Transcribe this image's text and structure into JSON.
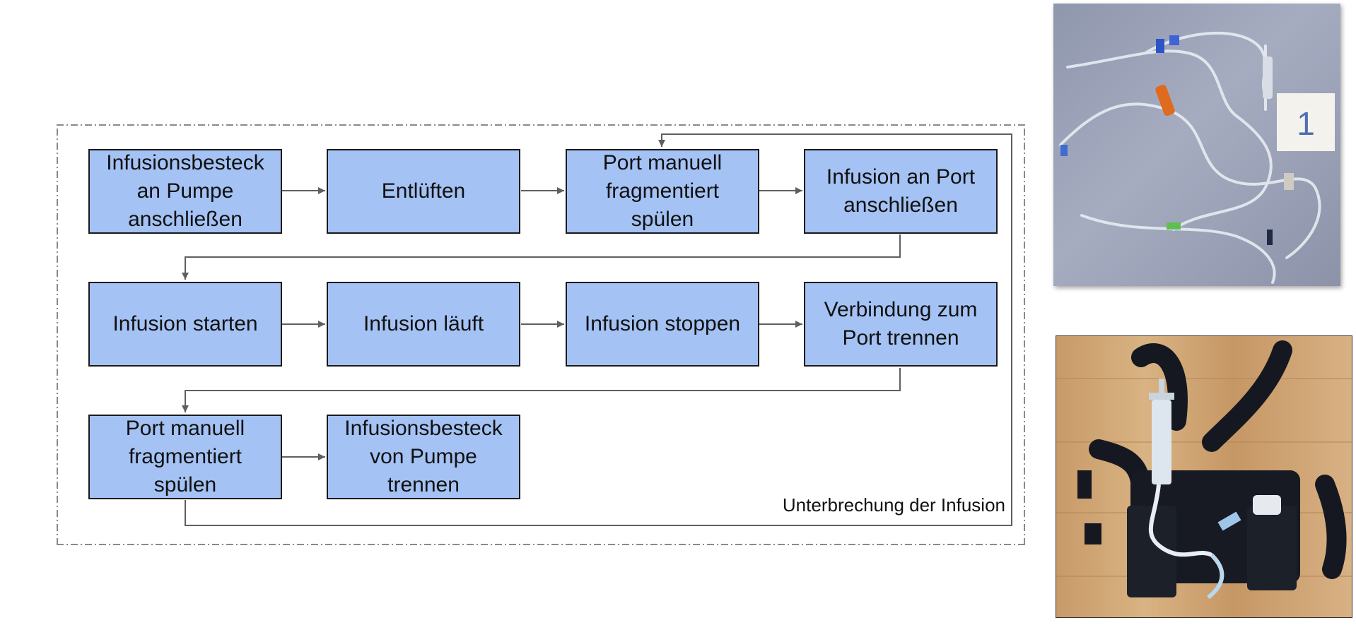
{
  "diagram": {
    "nodes": [
      {
        "id": "n1",
        "label": "Infusionsbesteck\nan Pumpe\nanschließen"
      },
      {
        "id": "n2",
        "label": "Entlüften"
      },
      {
        "id": "n3",
        "label": "Port manuell\nfragmentiert\nspülen"
      },
      {
        "id": "n4",
        "label": "Infusion an Port\nanschließen"
      },
      {
        "id": "n5",
        "label": "Infusion starten"
      },
      {
        "id": "n6",
        "label": "Infusion läuft"
      },
      {
        "id": "n7",
        "label": "Infusion stoppen"
      },
      {
        "id": "n8",
        "label": "Verbindung zum\nPort trennen"
      },
      {
        "id": "n9",
        "label": "Port manuell\nfragmentiert\nspülen"
      },
      {
        "id": "n10",
        "label": "Infusionsbesteck\nvon Pumpe\ntrennen"
      }
    ],
    "edges": [
      {
        "from": "n1",
        "to": "n2"
      },
      {
        "from": "n2",
        "to": "n3"
      },
      {
        "from": "n3",
        "to": "n4"
      },
      {
        "from": "n4",
        "to": "n5"
      },
      {
        "from": "n5",
        "to": "n6"
      },
      {
        "from": "n6",
        "to": "n7"
      },
      {
        "from": "n7",
        "to": "n8"
      },
      {
        "from": "n8",
        "to": "n9"
      },
      {
        "from": "n9",
        "to": "n10"
      },
      {
        "from": "n9",
        "to": "n3",
        "label": "Unterbrechung der Infusion"
      }
    ],
    "group_label": "Unterbrechung der Infusion"
  },
  "photos": {
    "top_label": "1"
  },
  "colors": {
    "box_fill": "#a4c2f4",
    "box_border": "#1a1a1a",
    "arrow": "#5f5f5f",
    "frame": "#8a8a8a"
  }
}
